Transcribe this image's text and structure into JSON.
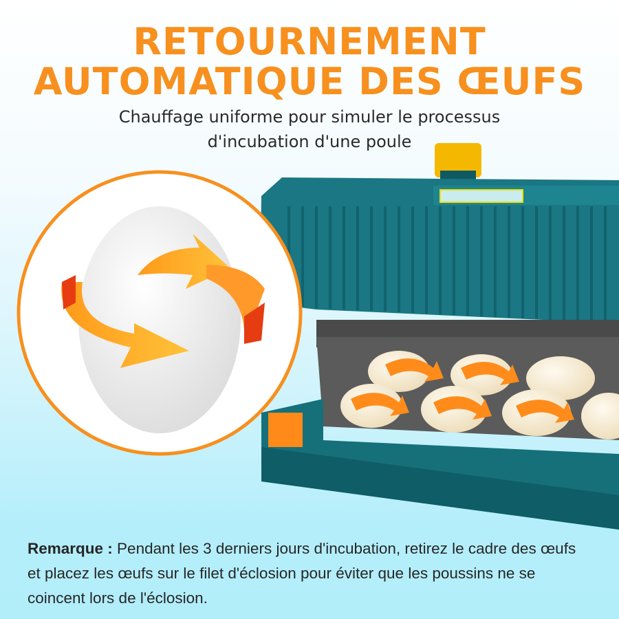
{
  "header": {
    "title_line1": "RETOURNEMENT",
    "title_line2": "AUTOMATIQUE DES ŒUFS",
    "subtitle_line1": "Chauffage uniforme pour simuler le processus",
    "subtitle_line2": "d'incubation d'une poule"
  },
  "note": {
    "label": "Remarque :",
    "text": " Pendant les 3 derniers jours d'incubation, retirez le cadre des œufs et placez les œufs sur le filet d'éclosion pour éviter que les poussins ne se coincent lors de l'éclosion."
  },
  "colors": {
    "accent_orange": "#f7901e",
    "incubator_teal": "#14707a",
    "background_bottom": "#b2eefa"
  },
  "icons": [
    "rotate-arrows-icon",
    "egg-turn-arrow-icon"
  ]
}
